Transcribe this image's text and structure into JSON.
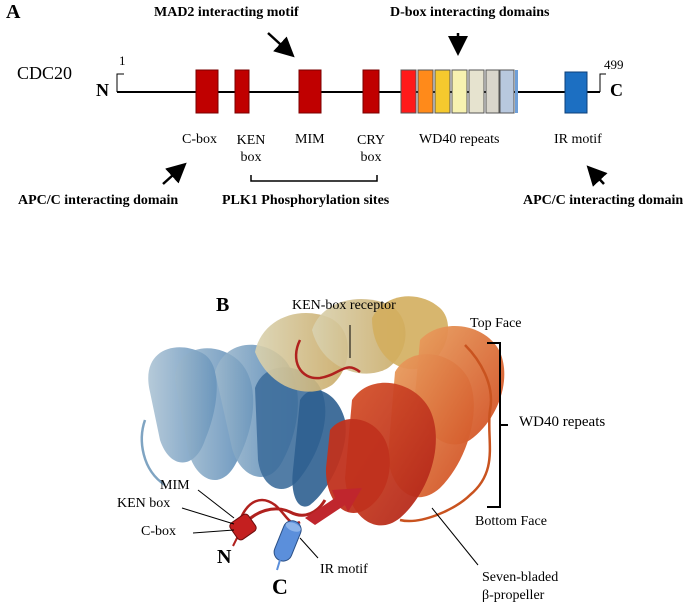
{
  "panel_a": {
    "label": "A",
    "protein": "CDC20",
    "n_term": "N",
    "c_term": "C",
    "start_residue": "1",
    "end_residue": "499",
    "top_annotations": {
      "mad2": "MAD2 interacting motif",
      "dbox": "D-box interacting domains"
    },
    "domain_labels": {
      "cbox": "C-box",
      "ken_line1": "KEN",
      "ken_line2": "box",
      "mim": "MIM",
      "cry_line1": "CRY",
      "cry_line2": "box",
      "wd40": "WD40 repeats",
      "ir": "IR motif"
    },
    "bottom_annotations": {
      "apc_left": "APC/C interacting domain",
      "plk1": "PLK1 Phosphorylation sites",
      "apc_right": "APC/C interacting domain"
    },
    "colors": {
      "motif_red": "#c00000",
      "ir_blue": "#1c6fc2",
      "wd40_gradient": [
        "#ff1a1a",
        "#ff8a1a",
        "#f5c92e",
        "#f7f2b0",
        "#e6e3cf",
        "#d9d6cc",
        "#b8c8de",
        "#6f9fd8"
      ]
    }
  },
  "panel_b": {
    "label": "B",
    "ken_receptor": "KEN-box receptor",
    "top_face": "Top Face",
    "wd40": "WD40 repeats",
    "bottom_face": "Bottom Face",
    "mim": "MIM",
    "ken_box": "KEN box",
    "c_box": "C-box",
    "n_term": "N",
    "c_term": "C",
    "ir_motif": "IR motif",
    "propeller_line1": "Seven-bladed",
    "propeller_line2": "β-propeller"
  }
}
